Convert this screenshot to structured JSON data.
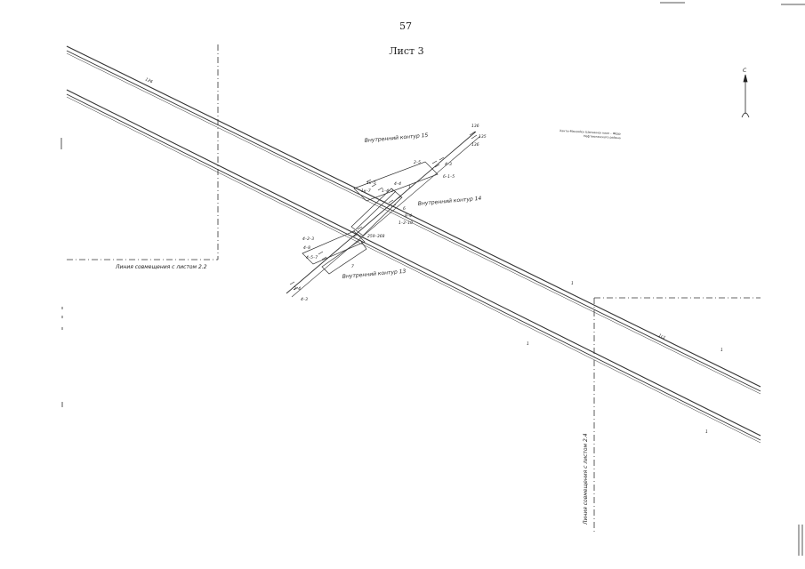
{
  "page": {
    "number": "57",
    "sheet_title": "Лист 3"
  },
  "north_arrow": {
    "label": "С"
  },
  "road_note": {
    "line1": "Ханты-Мансийск Шапшинск кооп – Фёдо",
    "line2": "Нефтеюганского района"
  },
  "match_lines": {
    "sheet_22": "Линия совмещения с листом 2.2",
    "sheet_24": "Линия совмещения с листом 2.4"
  },
  "contours": {
    "inner_15": "Внутренний контур 15",
    "inner_14": "Внутренний контур 14",
    "inner_13": "Внутренний контур 13"
  },
  "marks": {
    "m126": "126",
    "m1a": "1",
    "m1b": "1",
    "m1c": "1",
    "m1d": "1",
    "m1e": "1",
    "m1_1": "1с1",
    "m136": "136",
    "m135": "135",
    "m136b": "136",
    "m2_5": "2–5",
    "m6_1_5": "6–1–5",
    "m4_3": "4–3",
    "m4_4": "4–4",
    "m1k_5": "1к–5",
    "m1k_7": "1к–7",
    "m1_4_3": "1–4–3",
    "m6": "6",
    "m8_4": "8–4",
    "m1_2_10": "1–2–10",
    "m259_368": "259–368",
    "m4_2_3": "4–2–3",
    "m4_8": "4–8",
    "m4_5_7": "4–5–7",
    "m7": "7",
    "m2_4": "2–4",
    "m4_3b": "4–3"
  }
}
